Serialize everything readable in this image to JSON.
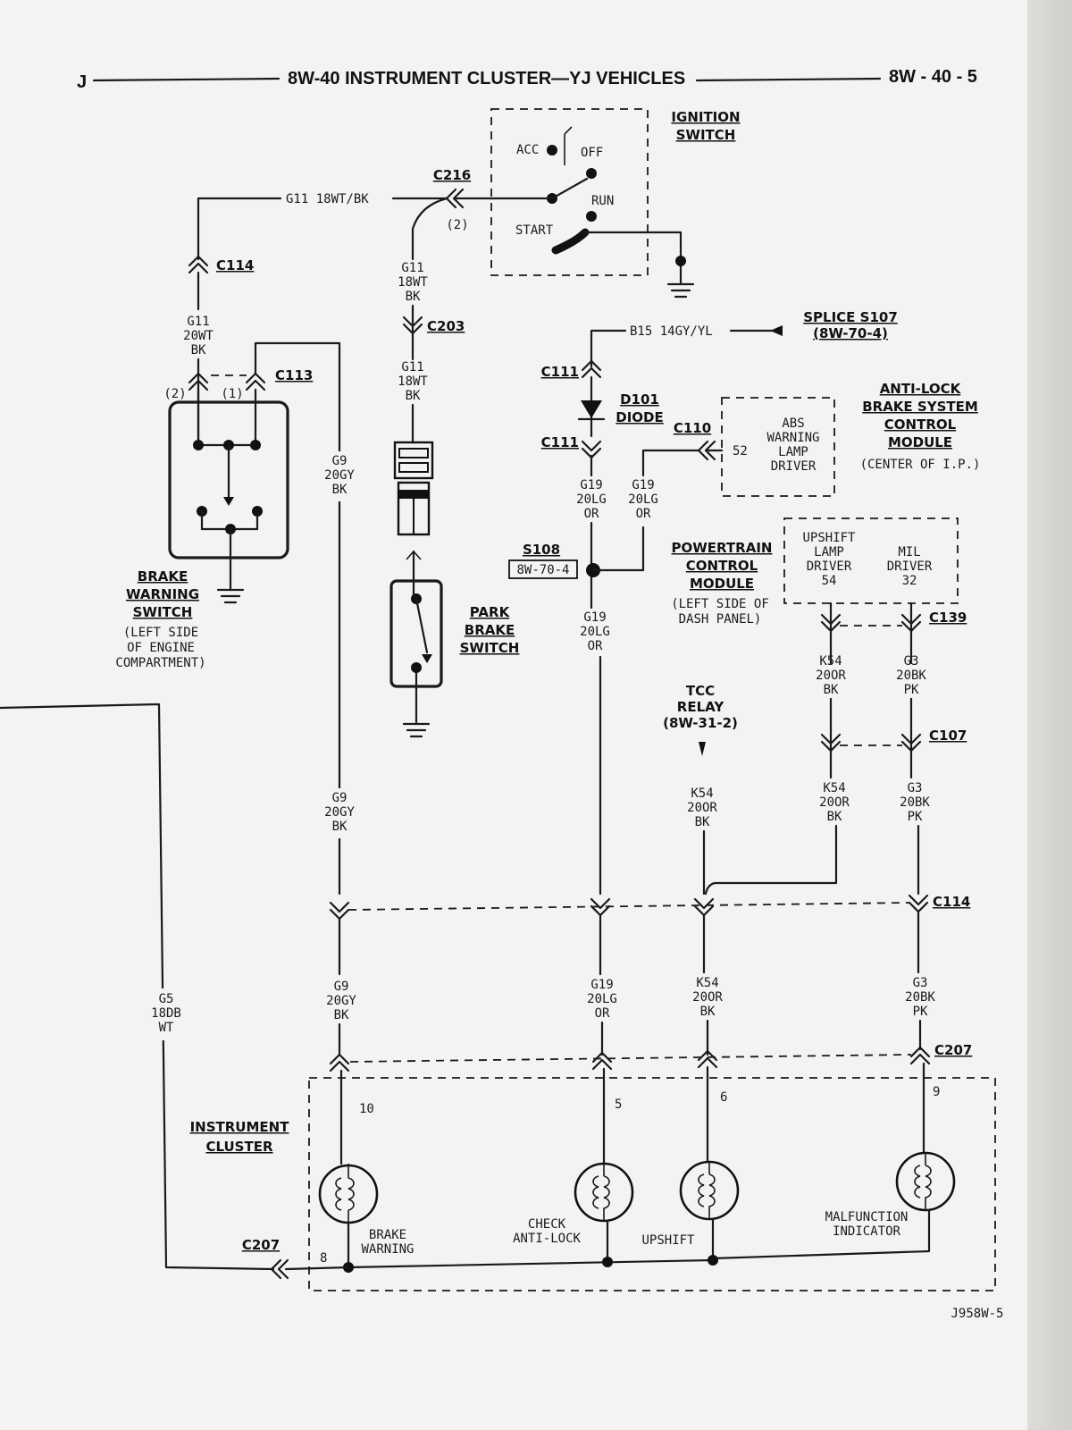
{
  "header": {
    "left": "J",
    "title": "8W-40 INSTRUMENT CLUSTER—YJ VEHICLES",
    "right": "8W - 40 - 5"
  },
  "footer_code": "J958W-5",
  "components": {
    "ignition_switch": {
      "title_l1": "IGNITION",
      "title_l2": "SWITCH",
      "acc": "ACC",
      "off": "OFF",
      "run": "RUN",
      "start": "START"
    },
    "brake_warning_switch": {
      "l1": "BRAKE",
      "l2": "WARNING",
      "l3": "SWITCH",
      "loc1": "(LEFT SIDE",
      "loc2": "OF ENGINE",
      "loc3": "COMPARTMENT)",
      "pin1": "(1)",
      "pin2": "(2)"
    },
    "park_brake_switch": {
      "l1": "PARK",
      "l2": "BRAKE",
      "l3": "SWITCH"
    },
    "diode": {
      "id": "D101",
      "name": "DIODE"
    },
    "abs_module": {
      "title_l1": "ANTI-LOCK",
      "title_l2": "BRAKE SYSTEM",
      "title_l3": "CONTROL",
      "title_l4": "MODULE",
      "location": "(CENTER OF I.P.)",
      "driver_l1": "ABS",
      "driver_l2": "WARNING",
      "driver_l3": "LAMP",
      "driver_l4": "DRIVER",
      "pin": "52"
    },
    "pcm": {
      "title_l1": "POWERTRAIN",
      "title_l2": "CONTROL",
      "title_l3": "MODULE",
      "loc_l1": "(LEFT SIDE OF",
      "loc_l2": "DASH PANEL)",
      "upshift_l1": "UPSHIFT",
      "upshift_l2": "LAMP",
      "upshift_l3": "DRIVER",
      "upshift_pin": "54",
      "mil_l1": "MIL",
      "mil_l2": "DRIVER",
      "mil_pin": "32"
    },
    "splice_s107": {
      "l1": "SPLICE S107",
      "l2": "(8W-70-4)"
    },
    "splice_s108": {
      "id": "S108",
      "ref": "8W-70-4"
    },
    "tcc_relay": {
      "l1": "TCC",
      "l2": "RELAY",
      "l3": "(8W-31-2)"
    },
    "instrument_cluster": {
      "l1": "INSTRUMENT",
      "l2": "CLUSTER"
    }
  },
  "lamps": [
    {
      "l1": "BRAKE",
      "l2": "WARNING",
      "pin": "10"
    },
    {
      "l1": "CHECK",
      "l2": "ANTI-LOCK",
      "pin": "5"
    },
    {
      "l1": "UPSHIFT",
      "l2": "",
      "pin": "6"
    },
    {
      "l1": "MALFUNCTION",
      "l2": "INDICATOR",
      "pin": "9"
    }
  ],
  "ground_pin": "8",
  "connectors": {
    "c216": "C216",
    "c216_pin": "(2)",
    "c114": "C114",
    "c113": "C113",
    "c203": "C203",
    "c111a": "C111",
    "c111b": "C111",
    "c110": "C110",
    "c139": "C139",
    "c107": "C107",
    "c114b": "C114",
    "c207": "C207",
    "c207b": "C207"
  },
  "wires": {
    "g11_top": "G11 18WT/BK",
    "g11_a": [
      "G11",
      "18WT",
      "BK"
    ],
    "g11_b": [
      "G11",
      "18WT",
      "BK"
    ],
    "g11_c": [
      "G11",
      "20WT",
      "BK"
    ],
    "b15": "B15 14GY/YL",
    "g19_a": [
      "G19",
      "20LG",
      "OR"
    ],
    "g19_b": [
      "G19",
      "20LG",
      "OR"
    ],
    "g19_c": [
      "G19",
      "20LG",
      "OR"
    ],
    "g19_d": [
      "G19",
      "20LG",
      "OR"
    ],
    "g9_a": [
      "G9",
      "20GY",
      "BK"
    ],
    "g9_b": [
      "G9",
      "20GY",
      "BK"
    ],
    "g9_c": [
      "G9",
      "20GY",
      "BK"
    ],
    "k54_a": [
      "K54",
      "20OR",
      "BK"
    ],
    "k54_b": [
      "K54",
      "20OR",
      "BK"
    ],
    "k54_c": [
      "K54",
      "20OR",
      "BK"
    ],
    "k54_d": [
      "K54",
      "20OR",
      "BK"
    ],
    "g3_a": [
      "G3",
      "20BK",
      "PK"
    ],
    "g3_b": [
      "G3",
      "20BK",
      "PK"
    ],
    "g3_c": [
      "G3",
      "20BK",
      "PK"
    ],
    "g5": [
      "G5",
      "18DB",
      "WT"
    ]
  }
}
